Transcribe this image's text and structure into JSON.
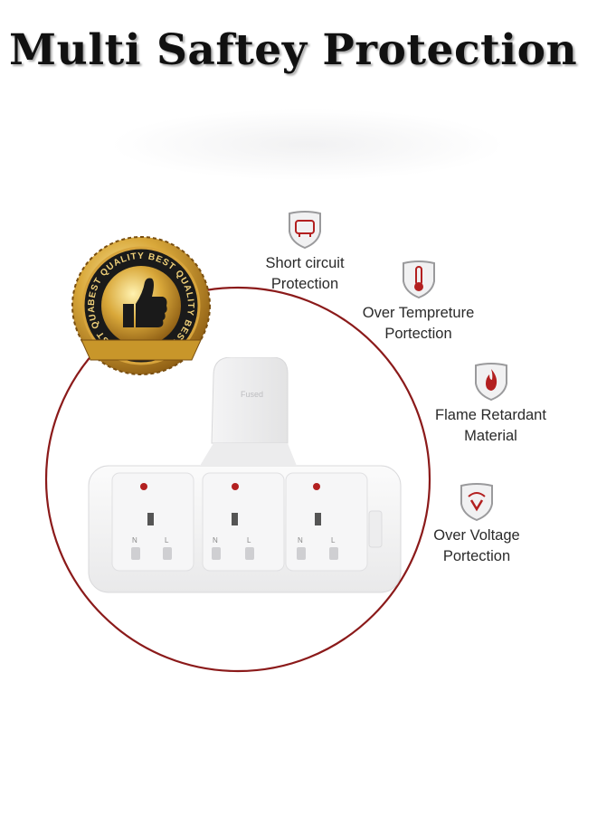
{
  "title": "Multi Saftey Protection",
  "badge": {
    "ring_text": "BEST QUALITY BEST QUALITY BEST QUALITY BEST QUALITY",
    "icon": "thumbs-up-icon"
  },
  "features": [
    {
      "icon": "short-circuit-shield-icon",
      "line1": "Short circuit",
      "line2": "Protection"
    },
    {
      "icon": "thermometer-shield-icon",
      "line1": "Over Tempreture",
      "line2": "Portection"
    },
    {
      "icon": "flame-shield-icon",
      "line1": "Flame Retardant",
      "line2": "Material"
    },
    {
      "icon": "voltage-shield-icon",
      "line1": "Over Voltage",
      "line2": "Portection"
    }
  ],
  "product": {
    "plug_label": "Fused",
    "socket_labels": [
      "N",
      "L"
    ]
  },
  "colors": {
    "arc": "#8b1a1a",
    "accent_red": "#b32020",
    "gold": "#c8962a"
  }
}
